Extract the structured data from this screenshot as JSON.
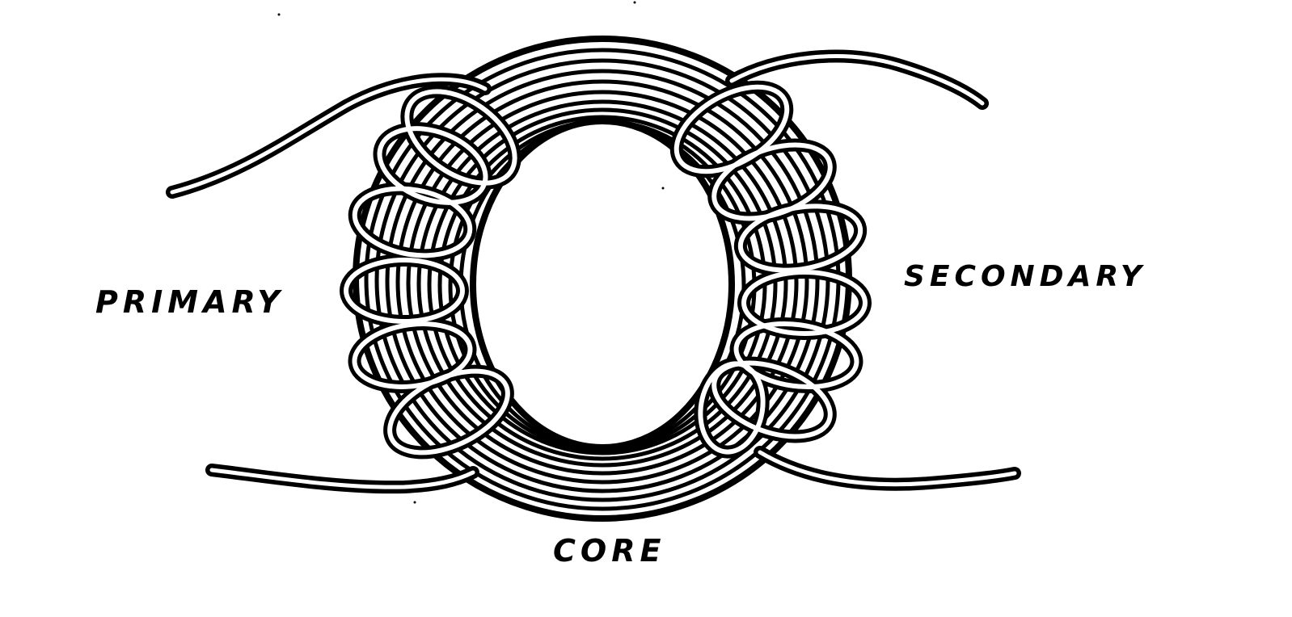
{
  "diagram": {
    "subject": "transformer",
    "labels": {
      "primary": "PRIMARY",
      "secondary": "SECONDARY",
      "core": "CORE"
    },
    "components": [
      {
        "id": "core",
        "label": "CORE",
        "shape": "toroidal ring made of laminated strips"
      },
      {
        "id": "primary",
        "label": "PRIMARY",
        "shape": "coil of wire wound on left side of ring, 6 turns",
        "turns": 6
      },
      {
        "id": "secondary",
        "label": "SECONDARY",
        "shape": "coil of wire wound on right side of ring, 7 turns",
        "turns": 7
      }
    ],
    "colors": {
      "ink": "#000000",
      "paper": "#ffffff"
    }
  }
}
